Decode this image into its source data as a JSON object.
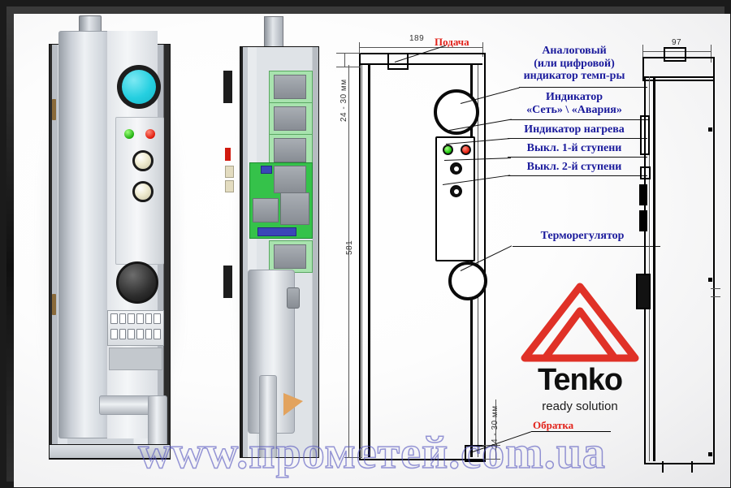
{
  "figure": {
    "watermark": "www.прометей.com.ua",
    "accent_blue": "#1a1a9c",
    "accent_red": "#e2221a",
    "logo_red": "#e03127"
  },
  "dimensions": {
    "width_top": "189",
    "height_left": "581",
    "depth_right": "97",
    "pipe_top": "24 - 30 мм",
    "pipe_bottom": "24 - 30 мм"
  },
  "port_labels": {
    "supply": "Подача",
    "return": "Обратка"
  },
  "annotations": [
    {
      "id": "temp-indicator",
      "lines": [
        "Аналоговый",
        "(или цифровой)",
        "индикатор темп-ры"
      ]
    },
    {
      "id": "net-alarm-indicator",
      "lines": [
        "Индикатор",
        "«Сеть» \\ «Авария»"
      ]
    },
    {
      "id": "heating-indicator",
      "lines": [
        "Индикатор нагрева"
      ]
    },
    {
      "id": "stage-1-switch",
      "lines": [
        "Выкл. 1-й ступени"
      ]
    },
    {
      "id": "stage-2-switch",
      "lines": [
        "Выкл. 2-й ступени"
      ]
    },
    {
      "id": "thermostat",
      "lines": [
        "Терморегулятор"
      ]
    }
  ],
  "logo": {
    "name": "Tenko",
    "tagline": "ready solution"
  },
  "views": {
    "render_3d": "3D render front view",
    "internal": "internal component cutaway view",
    "front_schematic": "dimensioned front schematic",
    "side_profile": "side profile schematic"
  }
}
